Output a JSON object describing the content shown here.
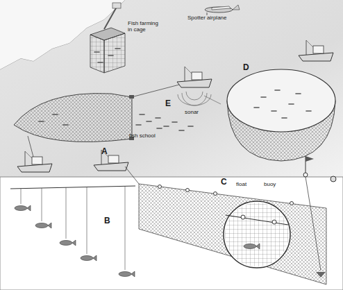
{
  "diagram": {
    "labels": [
      "Spotter airplane",
      "Fish farming in cage",
      "D",
      "E",
      "sonar",
      "fish school",
      "A",
      "B",
      "C",
      "float",
      "buoy"
    ]
  }
}
